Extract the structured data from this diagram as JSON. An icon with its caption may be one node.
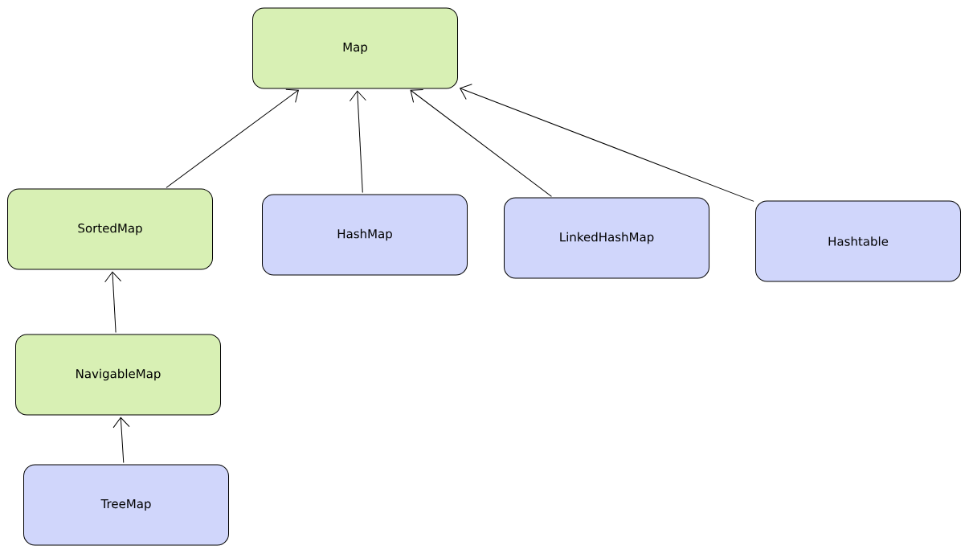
{
  "diagram": {
    "nodes": [
      {
        "text": [
          "Map"
        ]
      },
      {
        "text": [
          "SortedMap"
        ]
      },
      {
        "text": [
          "HashMap"
        ]
      },
      {
        "text": [
          "LinkedHashMap"
        ]
      },
      {
        "text": [
          "Hashtable"
        ]
      },
      {
        "text": [
          "NavigableMap"
        ]
      },
      {
        "text": [
          "TreeMap"
        ]
      }
    ],
    "edges": [
      {
        "from": 1,
        "to": 0,
        "arrow": "to"
      },
      {
        "from": 2,
        "to": 0,
        "arrow": "to"
      },
      {
        "from": 3,
        "to": 0,
        "arrow": "to"
      },
      {
        "from": 4,
        "to": 0,
        "arrow": "to"
      },
      {
        "from": 5,
        "to": 1,
        "arrow": "to"
      },
      {
        "from": 6,
        "to": 5,
        "arrow": "to"
      }
    ]
  }
}
